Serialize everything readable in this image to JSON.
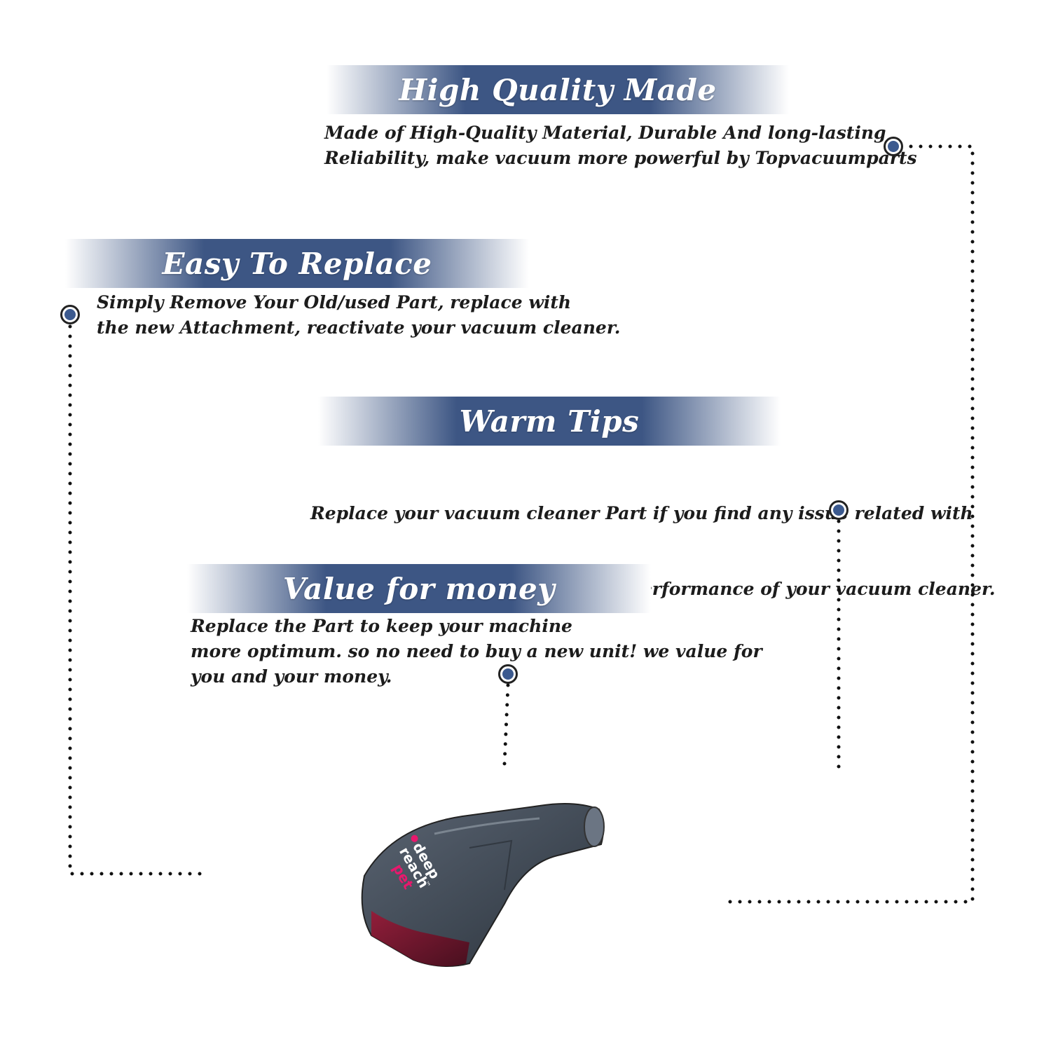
{
  "colors": {
    "banner_dark": "#3d5684",
    "banner_light": "#ffffff",
    "bullet_fill": "#3c5a8f",
    "dot_color": "#111111",
    "product_body": "#4a5460",
    "product_accent": "#7a1030",
    "logo_pink": "#e8186d"
  },
  "sections": {
    "high_quality": {
      "title": "High Quality Made",
      "lines": [
        "Made of  High-Quality Material, Durable And long-lasting",
        "Reliability, make vacuum more powerful by Topvacuumparts"
      ]
    },
    "easy_replace": {
      "title": "Easy To Replace",
      "lines": [
        "Simply Remove Your Old/used Part, replace with",
        "the new Attachment, reactivate your vacuum cleaner."
      ]
    },
    "warm_tips": {
      "title": "Warm Tips",
      "lines": [
        "Replace your vacuum cleaner Part if you find any issue related with",
        " attachment to ensure optimum performance of your vacuum cleaner."
      ]
    },
    "value": {
      "title": "Value for money",
      "lines": [
        "Replace the Part to keep your machine",
        "more optimum. so no need to buy a new unit! we value for",
        "you and your money."
      ]
    }
  },
  "product": {
    "icon": "vacuum-attachment-image",
    "logo_lines": [
      "deep",
      "reach",
      "pet"
    ],
    "trademark": "™"
  }
}
